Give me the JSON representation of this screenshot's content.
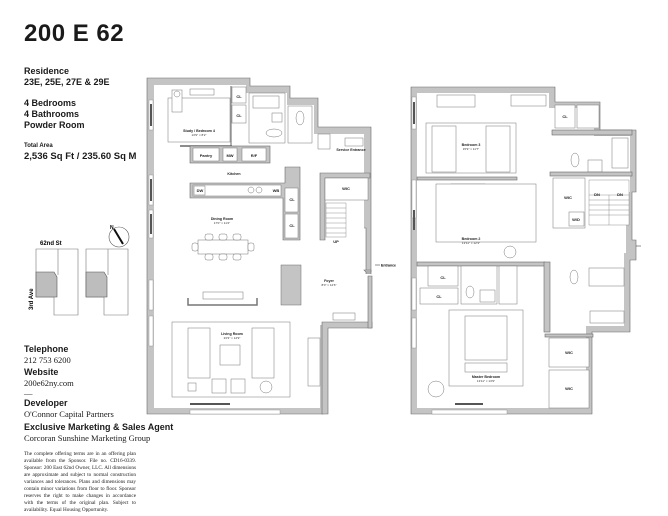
{
  "header": {
    "title": "200 E 62"
  },
  "residence": {
    "label": "Residence",
    "units": "23E, 25E, 27E & 29E"
  },
  "features": [
    "4 Bedrooms",
    "4 Bathrooms",
    "Powder Room"
  ],
  "area": {
    "label": "Total Area",
    "value": "2,536 Sq Ft / 235.60 Sq M"
  },
  "keyplan": {
    "street": "62nd St",
    "avenue": "3rd Ave",
    "north": "N"
  },
  "contact": {
    "telephone_label": "Telephone",
    "telephone": "212 753 6200",
    "website_label": "Website",
    "website": "200e62ny.com",
    "divider": "—",
    "developer_label": "Developer",
    "developer": "O'Connor Capital Partners",
    "agent_label": "Exclusive Marketing & Sales Agent",
    "agent": "Corcoran Sunshine Marketing Group"
  },
  "disclaimer": "The complete offering terms are in an offering plan available from the Sponsor. File no. CD16-0339. Sponsor: 200 East 62nd Owner, LLC. All dimensions are approximate and subject to normal construction variances and tolerances. Plans and dimensions may contain minor variations from floor to floor. Sponsor reserves the right to make changes in accordance with the terms of the original plan. Subject to availability. Equal Housing Opportunity.",
  "lower_plan": {
    "study": {
      "name": "Study / Bedroom 4",
      "dim": "13'9\" × 8'2\""
    },
    "cl1": "CL",
    "cl2": "CL",
    "cl3": "CL",
    "cl4": "CL",
    "pantry": "Pantry",
    "mw": "MW",
    "rf": "R/F",
    "kitchen": "Kitchen",
    "dw": "DW",
    "wb": "WB",
    "service": "Service Entrance",
    "wic": "WIC",
    "up": "UP",
    "dining": {
      "name": "Dining Room",
      "dim": "17'0\" × 11'2\""
    },
    "foyer": {
      "name": "Foyer",
      "dim": "8'0\" × 12'6\""
    },
    "living": {
      "name": "Living Room",
      "dim": "23'3\" × 14'9\""
    },
    "entrance": "Entrance"
  },
  "upper_plan": {
    "bedroom3": {
      "name": "Bedroom 3",
      "dim": "15'9\" × 11'7\""
    },
    "bedroom2": {
      "name": "Bedroom 2",
      "dim": "13'11\" × 12'3\""
    },
    "master": {
      "name": "Master Bedroom",
      "dim": "13'11\" × 13'9\""
    },
    "cl1": "CL",
    "cl2": "CL",
    "cl3": "CL",
    "wic1": "WIC",
    "wic2": "WIC",
    "wic3": "WIC",
    "wd": "W/D",
    "dn1": "DN",
    "dn2": "DN"
  }
}
